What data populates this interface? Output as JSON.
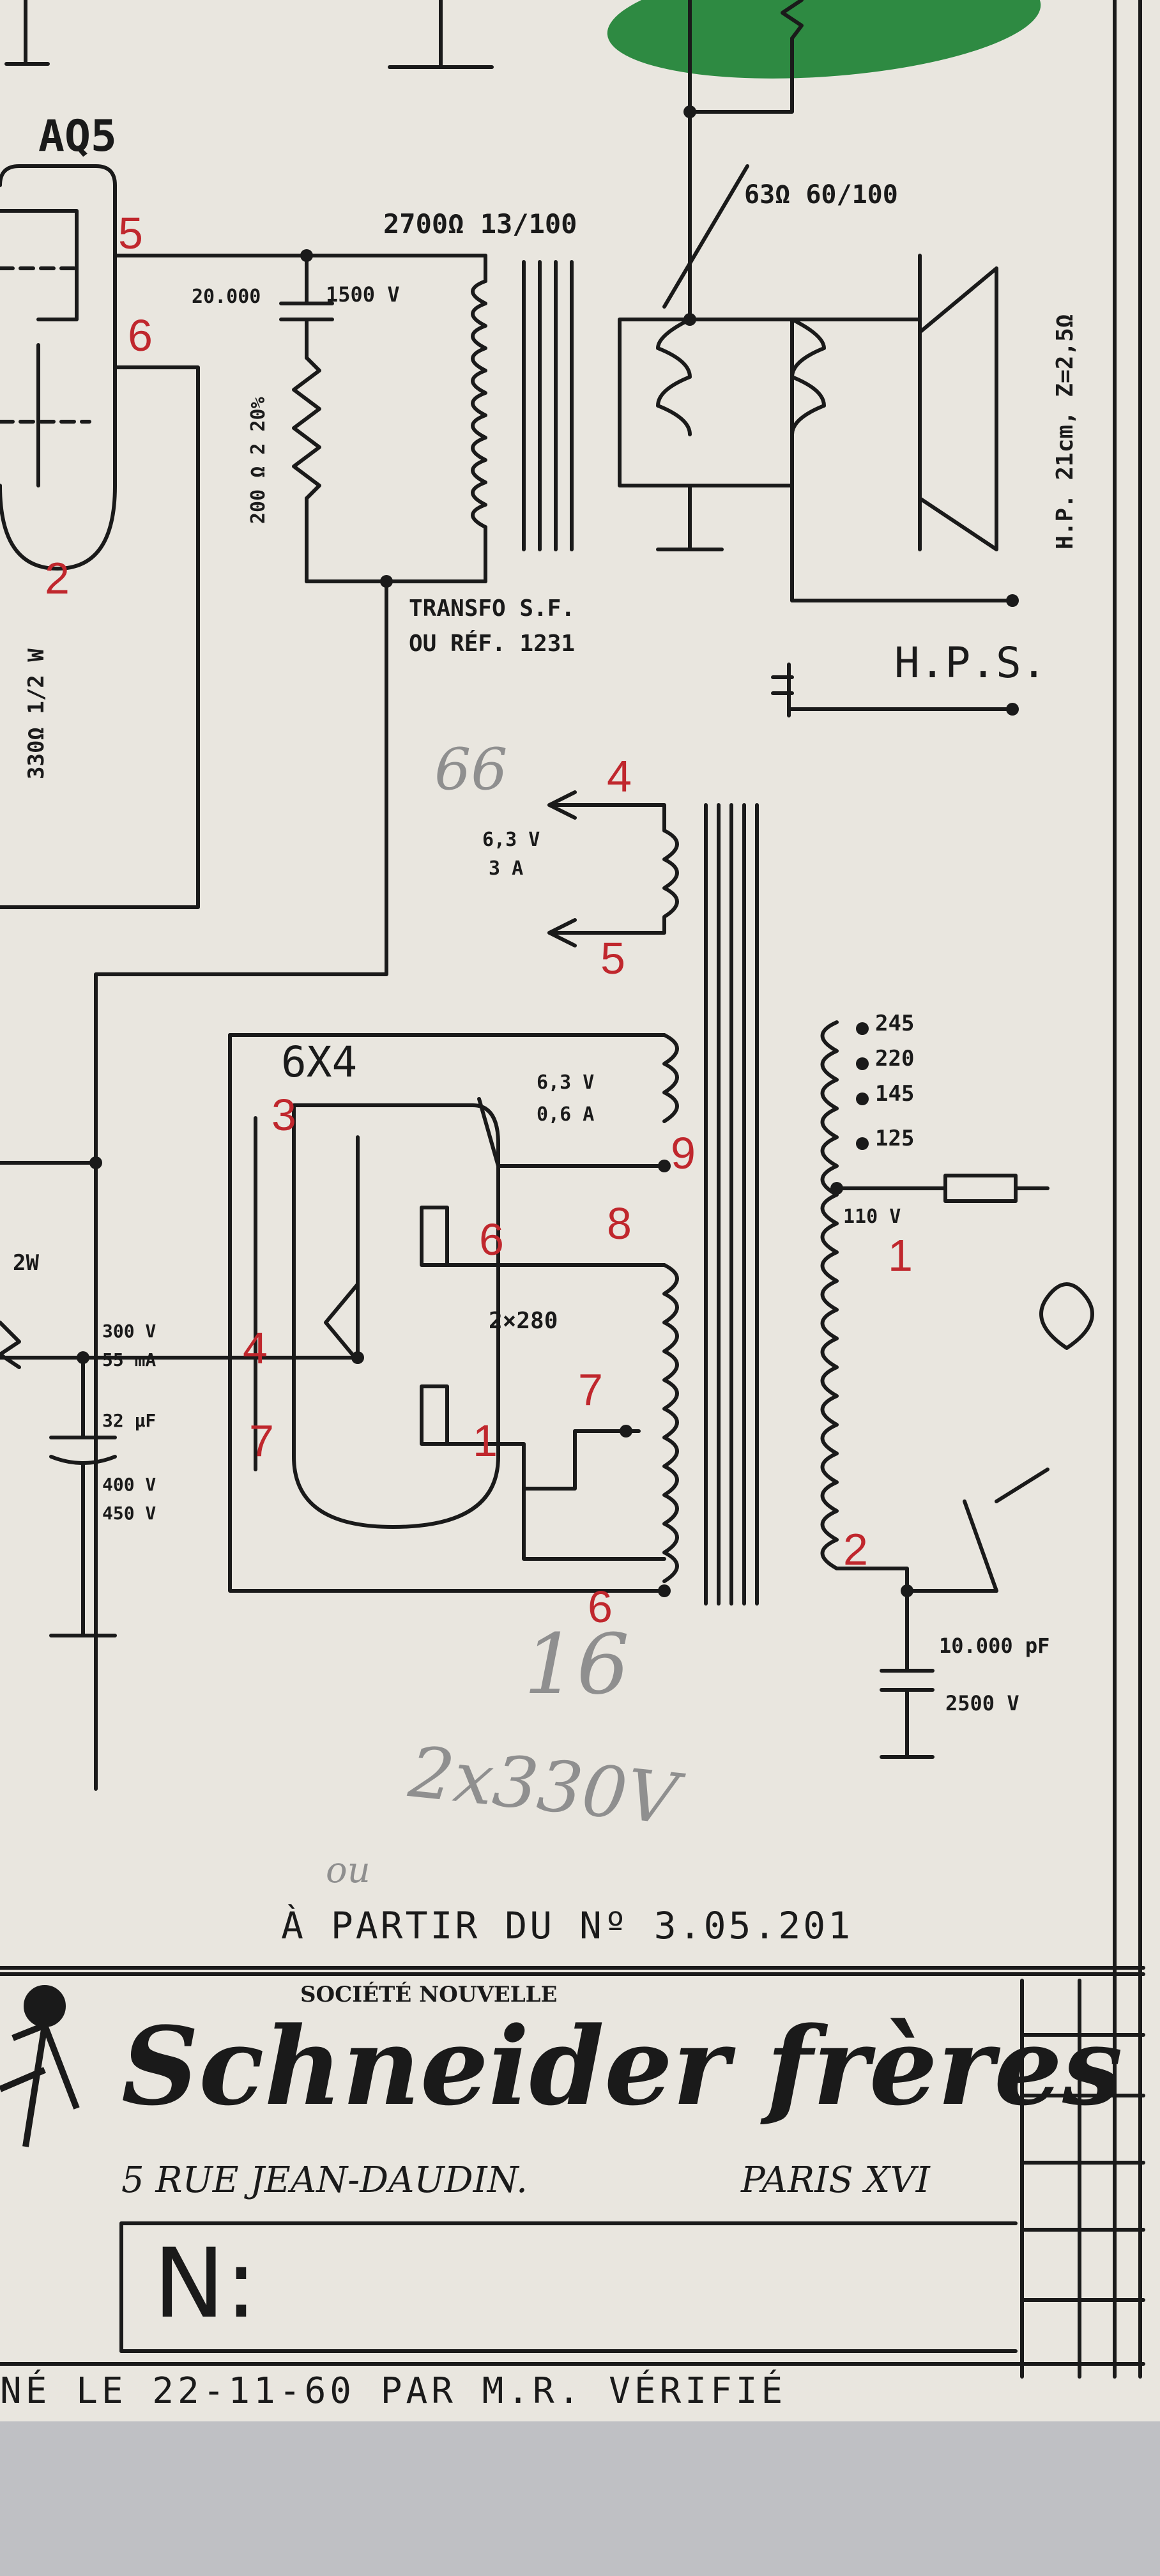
{
  "tube_labels": {
    "output_tube": "AQ5",
    "rectifier": "6X4"
  },
  "components": {
    "coupling_cap": "20.000",
    "coupling_cap_voltage": "1500 V",
    "resistor_left": "200 Ω 2 20%",
    "output_transformer_ref": "2700Ω 13/100",
    "output_transformer_caption_1": "TRANSFO S.F.",
    "output_transformer_caption_2": "OU RÉF. 1231",
    "speaker_transformer": "63Ω 60/100",
    "speaker_spec": "H.P. 21cm, Z=2,5Ω",
    "hps_label": "H.P.S.",
    "cathode_resistor": "330Ω 1/2 W",
    "filament_winding_1_voltage": "6,3 V",
    "filament_winding_1_current": "3 A",
    "filament_winding_2_voltage": "6,3 V",
    "filament_winding_2_current": "0,6 A",
    "ht_winding": "2×280",
    "supply_voltage": "300 V",
    "supply_current": "55 mA",
    "filter_cap": "32 μF",
    "filter_cap_v1": "400 V",
    "filter_cap_v2": "450 V",
    "left_resistor_power": "2W",
    "primary_taps": [
      "245",
      "220",
      "145",
      "125",
      "110 V"
    ],
    "mains_cap": "10.000 pF",
    "mains_cap_voltage": "2500 V"
  },
  "red_pin_numbers": {
    "aq5_pin5": "5",
    "aq5_pin6": "6",
    "aq5_pin2": "2",
    "fil_top": "4",
    "fil_bottom": "5",
    "rect_pin3": "3",
    "rect_pin6": "6",
    "rect_pin4": "4",
    "rect_pin7": "7",
    "rect_pin1": "1",
    "ht_top": "8",
    "ht_mid": "7",
    "ht_bottom": "6",
    "fil2_bottom": "9",
    "primary_1": "1",
    "primary_2": "2"
  },
  "pencil_notes": {
    "note_66": "66",
    "note_16": "16",
    "note_2x330": "2x330V",
    "note_small": "ou"
  },
  "footer": {
    "serial_note": "À PARTIR DU Nº 3.05.201",
    "company_small": "SOCIÉTÉ NOUVELLE",
    "company_name": "Schneider frères",
    "address": "5 RUE JEAN-DAUDIN.",
    "city": "PARIS XVI",
    "number_label": "N:",
    "bottom_strip": "NÉ LE 22-11-60 PAR M.R. VÉRIFIÉ"
  },
  "colors": {
    "paper": "#e9e6df",
    "ink": "#1a1a1a",
    "red_annotation": "#c0272d",
    "pencil": "#8f8f8f",
    "blob": "#2e8a42"
  }
}
